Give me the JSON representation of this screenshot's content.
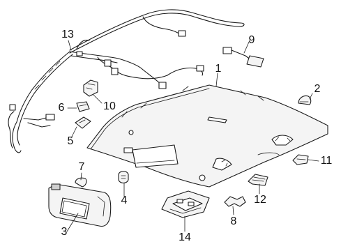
{
  "diagram": {
    "callouts": [
      {
        "id": "1",
        "text": "1"
      },
      {
        "id": "2",
        "text": "2"
      },
      {
        "id": "3",
        "text": "3"
      },
      {
        "id": "4",
        "text": "4"
      },
      {
        "id": "5",
        "text": "5"
      },
      {
        "id": "6",
        "text": "6"
      },
      {
        "id": "7",
        "text": "7"
      },
      {
        "id": "8",
        "text": "8"
      },
      {
        "id": "9",
        "text": "9"
      },
      {
        "id": "10",
        "text": "10"
      },
      {
        "id": "11",
        "text": "11"
      },
      {
        "id": "12",
        "text": "12"
      },
      {
        "id": "13",
        "text": "13"
      },
      {
        "id": "14",
        "text": "14"
      }
    ],
    "colors": {
      "line": "#1a1a1a",
      "background": "#ffffff"
    }
  }
}
